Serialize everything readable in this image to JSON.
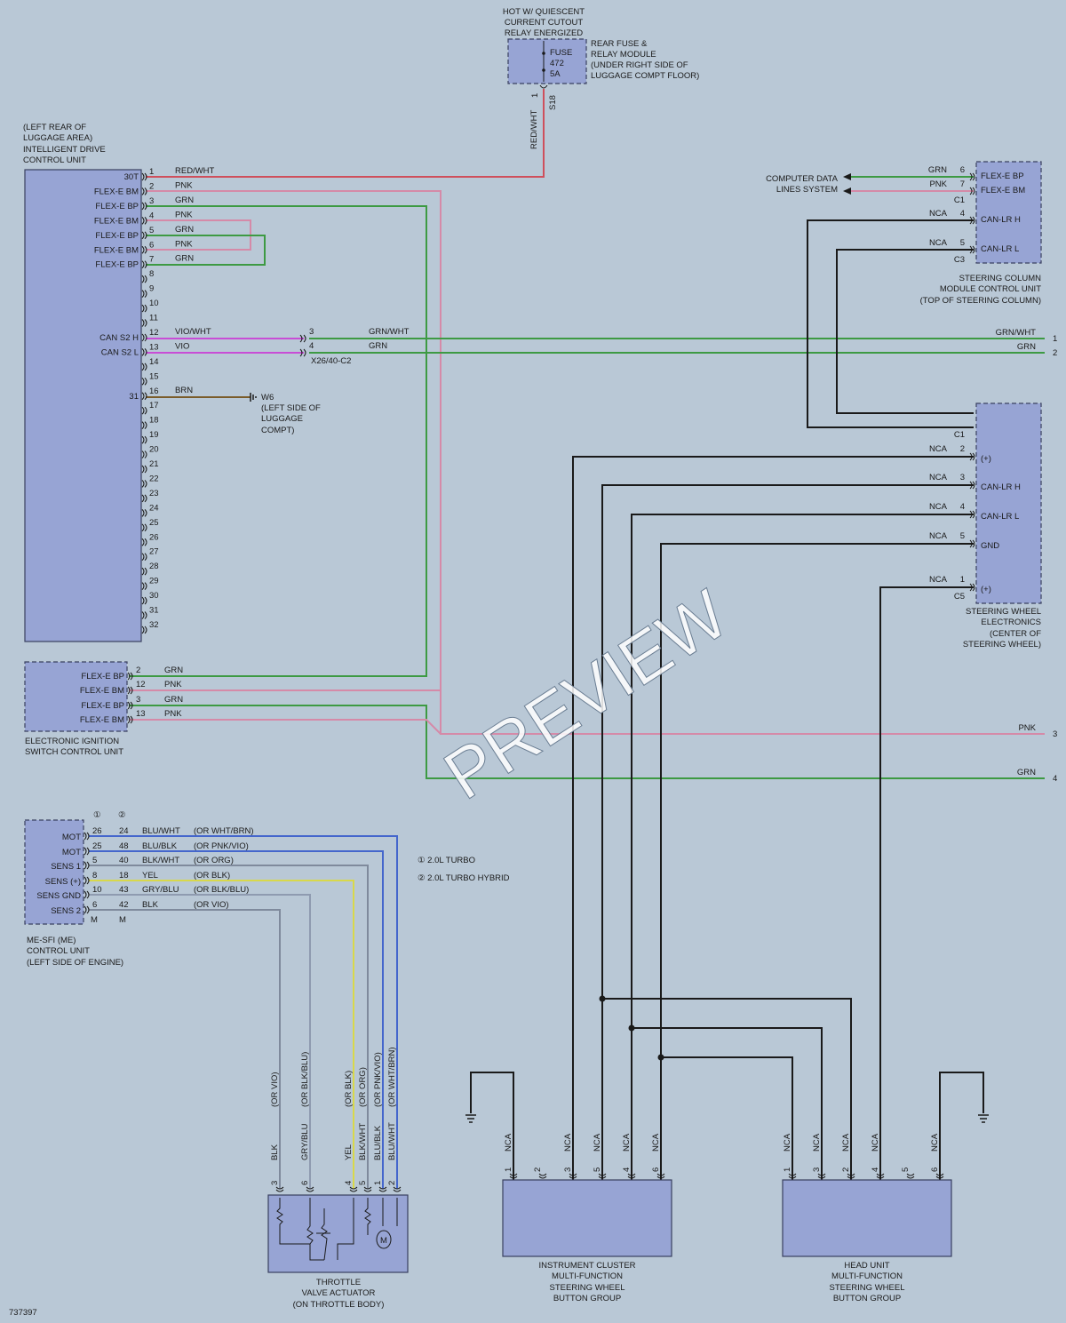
{
  "top": {
    "hot_label": [
      "HOT W/ QUIESCENT",
      "CURRENT CUTOUT",
      "RELAY ENERGIZED"
    ],
    "fuse_label": [
      "FUSE",
      "472",
      "5A"
    ],
    "rear_fuse_label": [
      "REAR FUSE &",
      "RELAY MODULE",
      "(UNDER RIGHT SIDE OF",
      "LUGGAGE COMPT FLOOR)"
    ],
    "fuse_pin": "1",
    "fuse_conn": "S18",
    "fuse_wire": "RED/WHT"
  },
  "idcu": {
    "label": [
      "(LEFT REAR OF",
      "LUGGAGE AREA)",
      "INTELLIGENT DRIVE",
      "CONTROL UNIT"
    ],
    "pin_labels": [
      "30T",
      "FLEX-E BM",
      "FLEX-E BP",
      "FLEX-E BM",
      "FLEX-E BP",
      "FLEX-E BM",
      "FLEX-E BP",
      "CAN S2 H",
      "CAN S2 L",
      "31"
    ],
    "pin_numbers": [
      "1",
      "2",
      "3",
      "4",
      "5",
      "6",
      "7",
      "8",
      "9",
      "10",
      "11",
      "12",
      "13",
      "14",
      "15",
      "16",
      "17",
      "18",
      "19",
      "20",
      "21",
      "22",
      "23",
      "24",
      "25",
      "26",
      "27",
      "28",
      "29",
      "30",
      "31",
      "32"
    ],
    "wire_colors": [
      "RED/WHT",
      "PNK",
      "GRN",
      "PNK",
      "GRN",
      "PNK",
      "GRN",
      "VIO/WHT",
      "VIO",
      "BRN"
    ]
  },
  "splice": {
    "pins": [
      "3",
      "4"
    ],
    "conn": "X26/40-C2",
    "wire_colors": [
      "GRN/WHT",
      "GRN"
    ]
  },
  "ground_w6": {
    "label": [
      "W6",
      "(LEFT SIDE OF",
      "LUGGAGE",
      "COMPT)"
    ]
  },
  "computer_data": {
    "label": [
      "COMPUTER DATA",
      "LINES SYSTEM"
    ]
  },
  "steering_column": {
    "label": [
      "STEERING COLUMN",
      "MODULE CONTROL UNIT",
      "(TOP OF STEERING COLUMN)"
    ],
    "pin_labels": [
      "FLEX-E BP",
      "FLEX-E BM",
      "CAN-LR H",
      "CAN-LR L"
    ],
    "pins": [
      "6",
      "7",
      "4",
      "5"
    ],
    "wires": [
      "GRN",
      "PNK",
      "NCA",
      "NCA"
    ],
    "conns": [
      "C1",
      "C3"
    ]
  },
  "steering_wheel": {
    "label": [
      "STEERING WHEEL",
      "ELECTRONICS",
      "(CENTER OF",
      "STEERING WHEEL)"
    ],
    "pin_labels": [
      "(+)",
      "CAN-LR H",
      "CAN-LR L",
      "GND",
      "(+)"
    ],
    "pins": [
      "2",
      "3",
      "4",
      "5",
      "1"
    ],
    "wires": [
      "NCA",
      "NCA",
      "NCA",
      "NCA",
      "NCA"
    ],
    "conns": [
      "C1",
      "C5"
    ]
  },
  "eiscu": {
    "label": [
      "ELECTRONIC IGNITION",
      "SWITCH CONTROL UNIT"
    ],
    "pin_labels": [
      "FLEX-E BP",
      "FLEX-E BM",
      "FLEX-E BP",
      "FLEX-E BM"
    ],
    "pins": [
      "2",
      "12",
      "3",
      "13"
    ],
    "wires": [
      "GRN",
      "PNK",
      "GRN",
      "PNK"
    ]
  },
  "right_outputs": {
    "labels": [
      "GRN/WHT",
      "GRN",
      "PNK",
      "GRN"
    ],
    "numbers": [
      "1",
      "2",
      "3",
      "4"
    ]
  },
  "ecm": {
    "label": [
      "ME-SFI (ME)",
      "CONTROL UNIT",
      "(LEFT SIDE OF ENGINE)"
    ],
    "variants": [
      "①",
      "②"
    ],
    "pin_labels": [
      "MOT",
      "MOT",
      "SENS 1",
      "SENS (+)",
      "SENS GND",
      "SENS 2"
    ],
    "pins1": [
      "26",
      "25",
      "5",
      "8",
      "10",
      "6"
    ],
    "pins2": [
      "24",
      "48",
      "40",
      "18",
      "43",
      "42"
    ],
    "wires": [
      "BLU/WHT",
      "BLU/BLK",
      "BLK/WHT",
      "YEL",
      "GRY/BLU",
      "BLK"
    ],
    "alt_wires": [
      "(OR WHT/BRN)",
      "(OR PNK/VIO)",
      "(OR ORG)",
      "(OR BLK)",
      "(OR BLK/BLU)",
      "(OR VIO)"
    ],
    "conn": [
      "M",
      "M"
    ]
  },
  "legend": {
    "items": [
      "① 2.0L TURBO",
      "② 2.0L TURBO HYBRID"
    ]
  },
  "throttle": {
    "label": [
      "THROTTLE",
      "VALVE ACTUATOR",
      "(ON THROTTLE BODY)"
    ],
    "pins": [
      "3",
      "6",
      "4",
      "5",
      "1",
      "2"
    ],
    "wires": [
      "BLK",
      "GRY/BLU",
      "YEL",
      "BLK/WHT",
      "BLU/BLK",
      "BLU/WHT"
    ],
    "alt_wires": [
      "(OR VIO)",
      "(OR BLK/BLU)",
      "(OR BLK)",
      "(OR ORG)",
      "(OR PNK/VIO)",
      "(OR WHT/BRN)"
    ],
    "motor": "M"
  },
  "cluster": {
    "label": [
      "INSTRUMENT CLUSTER",
      "MULTI-FUNCTION",
      "STEERING WHEEL",
      "BUTTON GROUP"
    ],
    "pins": [
      "1",
      "2",
      "3",
      "5",
      "4",
      "6"
    ],
    "wires": [
      "NCA",
      "NCA",
      "NCA",
      "NCA",
      "NCA"
    ]
  },
  "head_unit": {
    "label": [
      "HEAD UNIT",
      "MULTI-FUNCTION",
      "STEERING WHEEL",
      "BUTTON GROUP"
    ],
    "pins": [
      "1",
      "3",
      "2",
      "4",
      "5",
      "6"
    ],
    "wires": [
      "NCA",
      "NCA",
      "NCA",
      "NCA",
      "NCA"
    ]
  },
  "diagram_id": "737397",
  "watermark": "PREVIEW",
  "colors": {
    "background": "#b9c8d6",
    "component": "#97a4d4",
    "red": "#cf4f5c",
    "pink": "#d58aa8",
    "green": "#3d9a43",
    "violet": "#c84dd6",
    "brown": "#7a5c2a",
    "yellow": "#d8d84a",
    "blue": "#4466cc",
    "gray": "#7f8a9c",
    "black": "#1a1a1a"
  }
}
